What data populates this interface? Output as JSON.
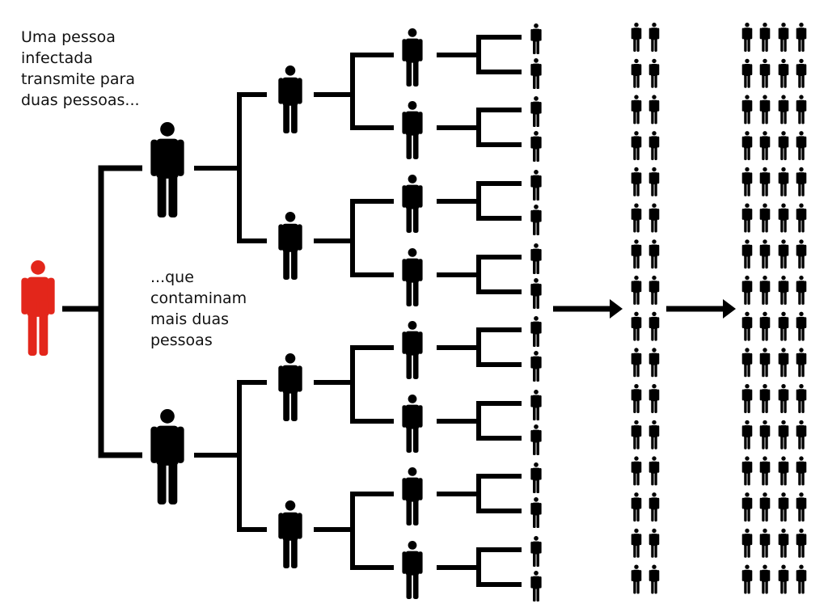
{
  "labels": {
    "intro": "Uma pessoa\ninfectada\ntransmite para\nduas pessoas...",
    "followup": "...que\ncontaminam\nmais duas\npessoas"
  },
  "colors": {
    "patient_zero": "#e3261b",
    "people": "#000000",
    "lines": "#000000"
  },
  "generations": [
    {
      "name": "patient-zero",
      "count": 1
    },
    {
      "name": "generation-1",
      "count": 2
    },
    {
      "name": "generation-2",
      "count": 4
    },
    {
      "name": "generation-3",
      "count": 8
    },
    {
      "name": "generation-4",
      "count": 16
    },
    {
      "name": "generation-5",
      "count": 32
    },
    {
      "name": "generation-6",
      "count": 64
    }
  ],
  "icons": {
    "person": "person-icon",
    "arrow": "arrow-right-icon"
  }
}
